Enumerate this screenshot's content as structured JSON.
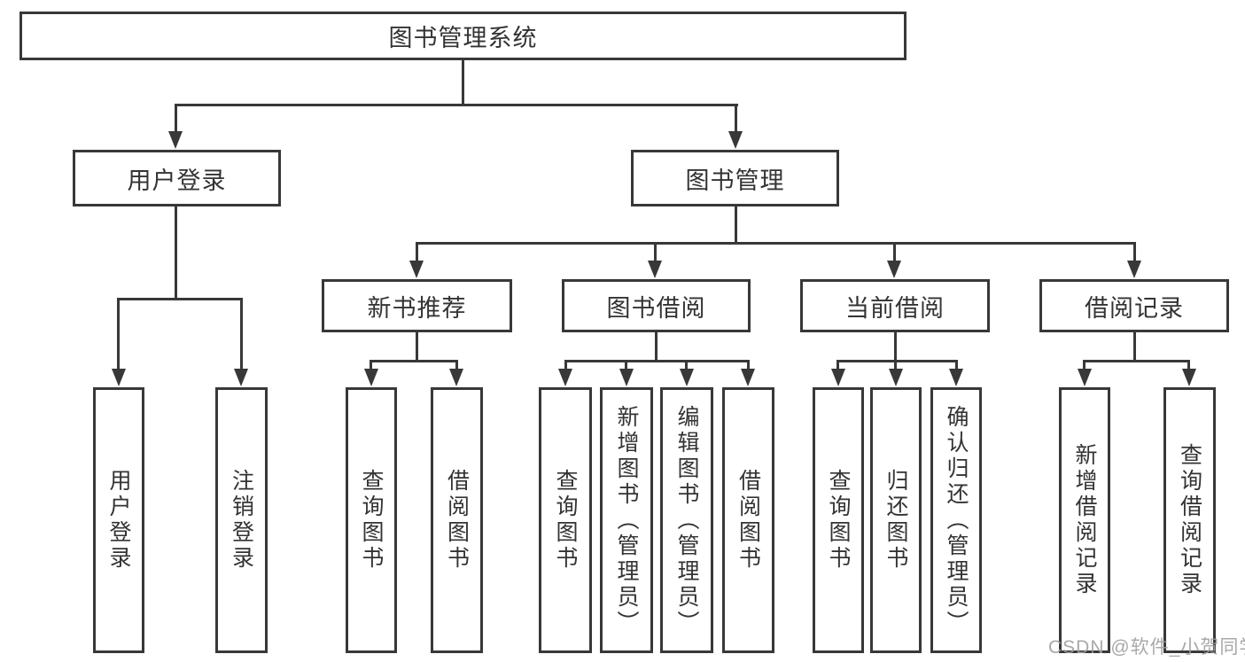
{
  "tree": {
    "root": {
      "label": "图书管理系统"
    },
    "branches": [
      {
        "label": "用户登录",
        "children": [
          {
            "label": "用户登录"
          },
          {
            "label": "注销登录"
          }
        ]
      },
      {
        "label": "图书管理",
        "sections": [
          {
            "label": "新书推荐",
            "children": [
              {
                "label": "查询图书"
              },
              {
                "label": "借阅图书"
              }
            ]
          },
          {
            "label": "图书借阅",
            "children": [
              {
                "label": "查询图书"
              },
              {
                "label": "新增图书（管理员）"
              },
              {
                "label": "编辑图书（管理员）"
              },
              {
                "label": "借阅图书"
              }
            ]
          },
          {
            "label": "当前借阅",
            "children": [
              {
                "label": "查询图书"
              },
              {
                "label": "归还图书"
              },
              {
                "label": "确认归还（管理员）"
              }
            ]
          },
          {
            "label": "借阅记录",
            "children": [
              {
                "label": "新增借阅记录"
              },
              {
                "label": "查询借阅记录"
              }
            ]
          }
        ]
      }
    ]
  },
  "watermark": {
    "text": "CSDN @软件_小贺同学"
  },
  "colors": {
    "line": "#383838",
    "box_border": "#383838",
    "box_background": "#ffffff",
    "text": "#333333",
    "watermark_text": "#9e9e9e",
    "page_background": "#ffffff"
  }
}
